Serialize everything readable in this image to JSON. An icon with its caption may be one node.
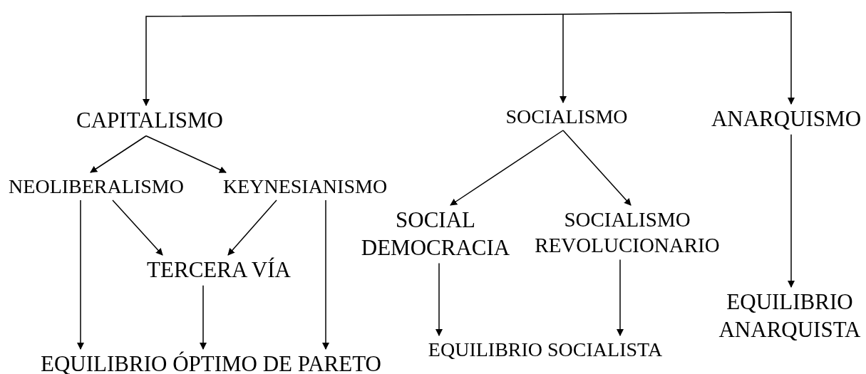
{
  "diagram": {
    "nodes": [
      {
        "text": [
          "CAPITALISMO"
        ]
      },
      {
        "text": [
          "SOCIALISMO"
        ]
      },
      {
        "text": [
          "ANARQUISMO"
        ]
      },
      {
        "text": [
          "NEOLIBERALISMO"
        ]
      },
      {
        "text": [
          "KEYNESIANISMO"
        ]
      },
      {
        "text": [
          "SOCIAL DEMOCRACIA"
        ]
      },
      {
        "text": [
          "SOCIALISMO REVOLUCIONARIO"
        ]
      },
      {
        "text": [
          "TERCERA VÍA"
        ]
      },
      {
        "text": [
          "EQUILIBRIO ÓPTIMO DE PARETO"
        ]
      },
      {
        "text": [
          "EQUILIBRIO SOCIALISTA"
        ]
      },
      {
        "text": [
          "EQUILIBRIO ANARQUISTA"
        ]
      }
    ],
    "edges": [
      {
        "from": null,
        "to": 0,
        "arrow": "to"
      },
      {
        "from": null,
        "to": 1,
        "arrow": "to"
      },
      {
        "from": null,
        "to": 2,
        "arrow": "to"
      },
      {
        "from": 0,
        "to": 3,
        "arrow": "to"
      },
      {
        "from": 0,
        "to": 4,
        "arrow": "to"
      },
      {
        "from": 1,
        "to": 5,
        "arrow": "to"
      },
      {
        "from": 1,
        "to": 6,
        "arrow": "to"
      },
      {
        "from": 2,
        "to": 10,
        "arrow": "to"
      },
      {
        "from": 3,
        "to": 7,
        "arrow": "to"
      },
      {
        "from": 4,
        "to": 7,
        "arrow": "to"
      },
      {
        "from": 3,
        "to": 8,
        "arrow": "to"
      },
      {
        "from": 7,
        "to": 8,
        "arrow": "to"
      },
      {
        "from": 4,
        "to": 8,
        "arrow": "to"
      },
      {
        "from": 5,
        "to": 9,
        "arrow": "to"
      },
      {
        "from": 6,
        "to": 9,
        "arrow": "to"
      }
    ]
  }
}
